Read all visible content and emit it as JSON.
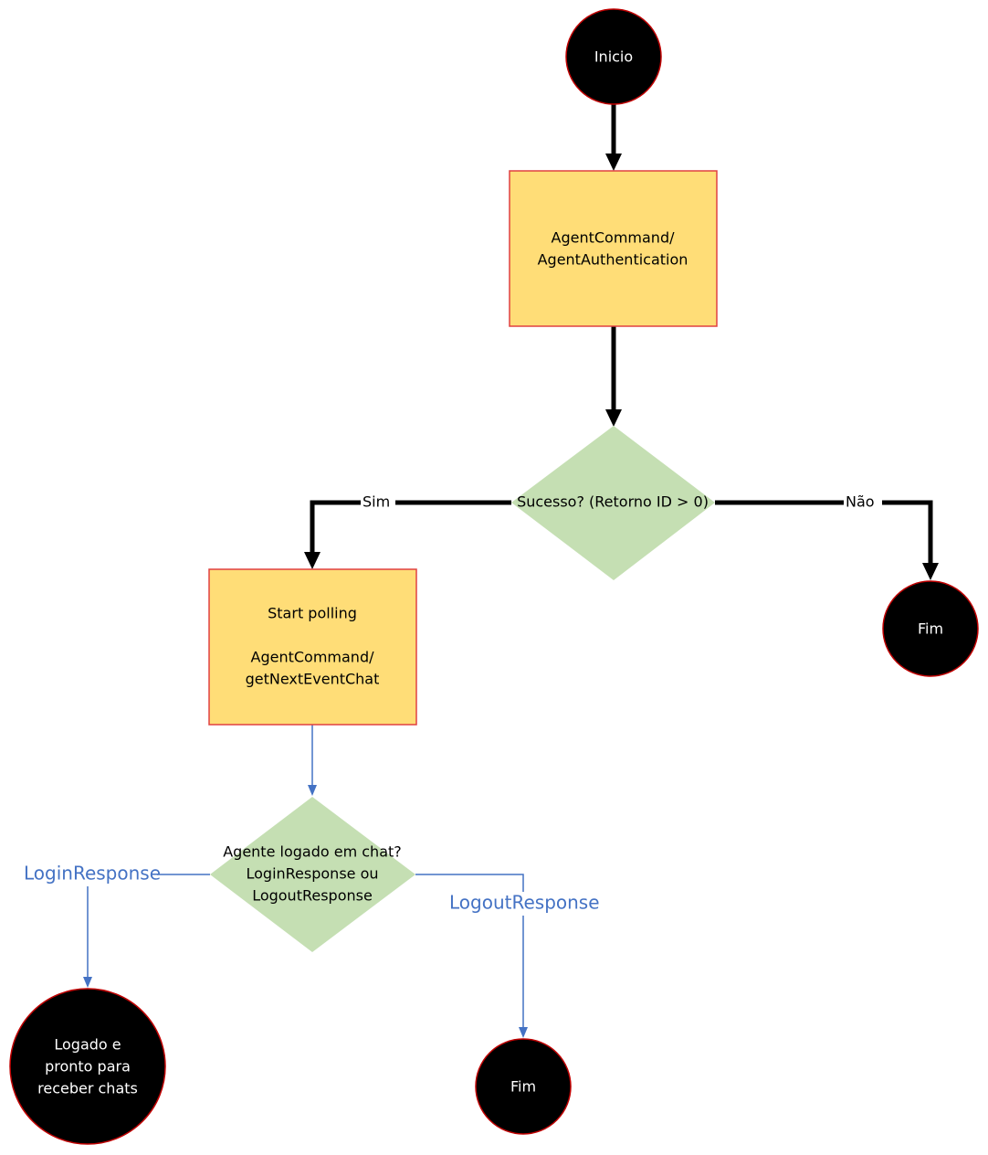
{
  "colors": {
    "terminal_fill": "#000000",
    "terminal_stroke": "#c00000",
    "process_fill": "#ffdd77",
    "process_stroke": "#e04040",
    "decision_fill": "#c5dfb3",
    "main_arrow": "#000000",
    "secondary_arrow": "#4472c4",
    "secondary_label": "#4472c4",
    "terminal_text": "#ffffff",
    "node_text": "#000000"
  },
  "nodes": {
    "start": {
      "label": "Inicio"
    },
    "auth": {
      "line1": "AgentCommand/",
      "line2": "AgentAuthentication"
    },
    "decision_success": {
      "label": "Sucesso? (Retorno ID > 0)"
    },
    "end_no": {
      "label": "Fim"
    },
    "polling": {
      "line1": "Start polling",
      "line2": "AgentCommand/",
      "line3": "getNextEventChat"
    },
    "decision_logged": {
      "line1": "Agente logado em chat?",
      "line2": "LoginResponse ou",
      "line3": "LogoutResponse"
    },
    "logged_ready": {
      "line1": "Logado e",
      "line2": "pronto para",
      "line3": "receber chats"
    },
    "end_logout": {
      "label": "Fim"
    }
  },
  "edges": {
    "yes_label": "Sim",
    "no_label": "Não",
    "login_label": "LoginResponse",
    "logout_label": "LogoutResponse"
  }
}
